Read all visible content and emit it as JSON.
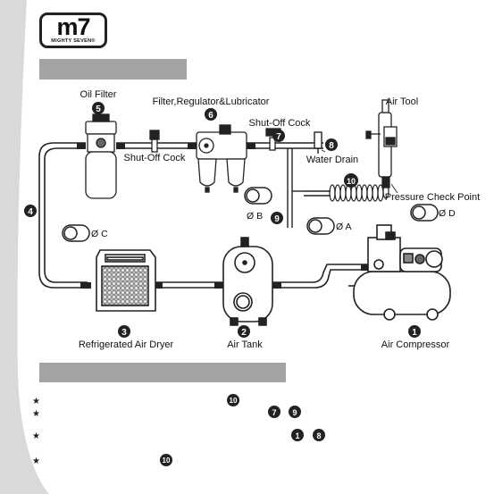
{
  "logo": {
    "main": "m7",
    "sub": "MIGHTY SEVEN®"
  },
  "labels": {
    "oil_filter": "Oil Filter",
    "frl": "Filter,Regulator&Lubricator",
    "shutoff_top": "Shut-Off Cock",
    "shutoff_left": "Shut-Off Cock",
    "air_tool": "Air Tool",
    "water_drain": "Water Drain",
    "pressure_check": "Pressure Check Point",
    "refrigerated_dryer": "Refrigerated Air Dryer",
    "air_tank": "Air Tank",
    "air_compressor": "Air Compressor"
  },
  "callouts": {
    "n1": "1",
    "n2": "2",
    "n3": "3",
    "n4": "4",
    "n5": "5",
    "n6": "6",
    "n7": "7",
    "n8": "8",
    "n9": "9",
    "n10": "10"
  },
  "diameters": {
    "a": "Ø A",
    "b": "Ø B",
    "c": "Ø C",
    "d": "Ø D"
  },
  "notes": [
    {
      "star": "★",
      "refs": [
        "10"
      ]
    },
    {
      "star": "★",
      "refs": [
        "7",
        "9"
      ]
    },
    {
      "star": "★",
      "refs": [
        "1",
        "8"
      ]
    },
    {
      "star": "★",
      "refs": [
        "10"
      ]
    }
  ],
  "colors": {
    "section_bar": "#a3a3a3",
    "side_shade": "#d9d9d9",
    "line": "#222222"
  }
}
